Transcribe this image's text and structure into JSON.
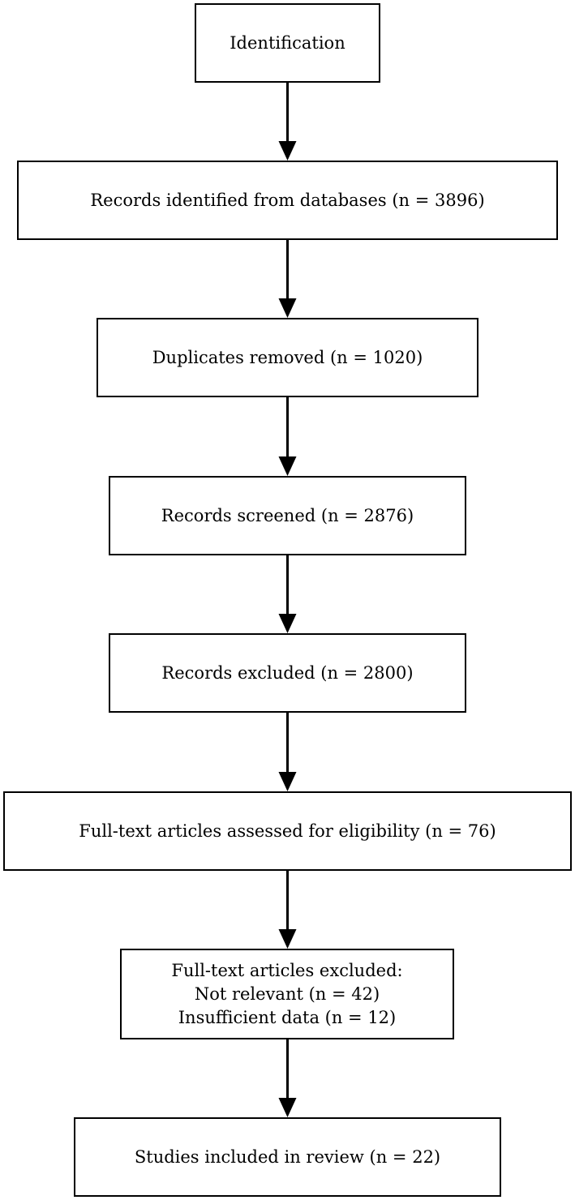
{
  "flowchart": {
    "nodes": [
      {
        "id": "identification",
        "lines": [
          "Identification"
        ]
      },
      {
        "id": "records-identified",
        "lines": [
          "Records identified from databases (n = 3896)"
        ]
      },
      {
        "id": "duplicates-removed",
        "lines": [
          "Duplicates removed (n = 1020)"
        ]
      },
      {
        "id": "records-screened",
        "lines": [
          "Records screened (n = 2876)"
        ]
      },
      {
        "id": "records-excluded",
        "lines": [
          "Records excluded (n = 2800)"
        ]
      },
      {
        "id": "fulltext-assessed",
        "lines": [
          "Full-text articles assessed for eligibility (n = 76)"
        ]
      },
      {
        "id": "fulltext-excluded",
        "lines": [
          "Full-text articles excluded:",
          "Not relevant (n = 42)",
          "Insufficient data (n = 12)"
        ]
      },
      {
        "id": "studies-included",
        "lines": [
          "Studies included in review (n = 22)"
        ]
      }
    ],
    "edges": [
      {
        "from": "identification",
        "to": "records-identified"
      },
      {
        "from": "records-identified",
        "to": "duplicates-removed"
      },
      {
        "from": "duplicates-removed",
        "to": "records-screened"
      },
      {
        "from": "records-screened",
        "to": "records-excluded"
      },
      {
        "from": "records-excluded",
        "to": "fulltext-assessed"
      },
      {
        "from": "fulltext-assessed",
        "to": "fulltext-excluded"
      },
      {
        "from": "fulltext-excluded",
        "to": "studies-included"
      }
    ]
  }
}
